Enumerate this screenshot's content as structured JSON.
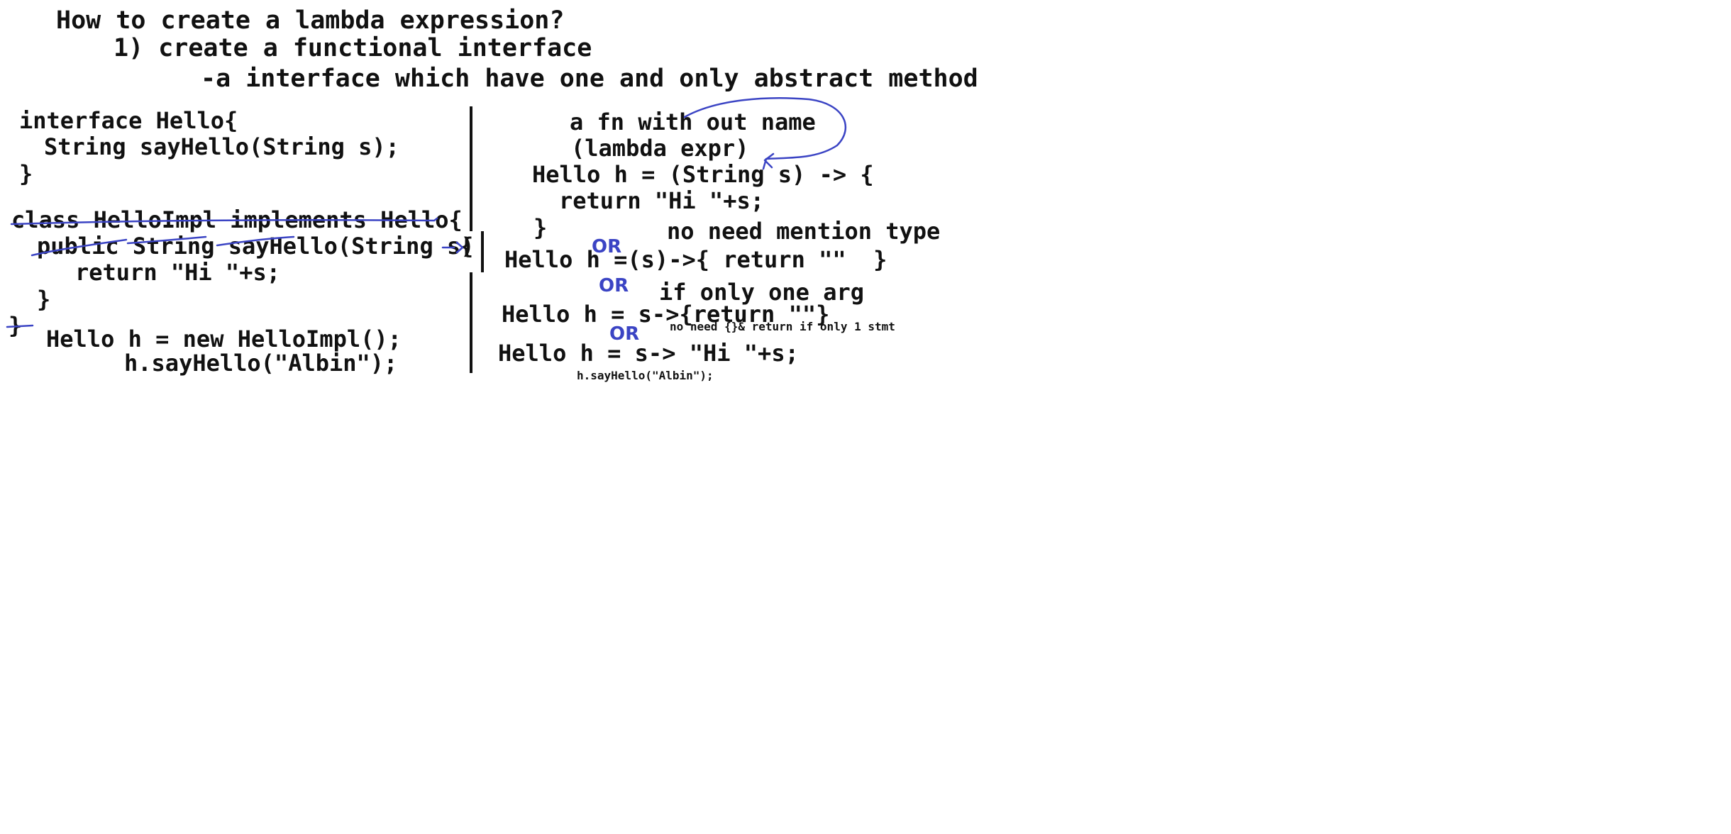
{
  "header": {
    "title": "How to create a lambda expression?",
    "step1": "1) create a functional interface",
    "definition": "-a interface which have one and only abstract method"
  },
  "left_panel": {
    "interface_decl": "interface Hello{",
    "interface_method": "String sayHello(String s);",
    "interface_close": "}",
    "class_decl": "class HelloImpl implements Hello{",
    "class_method": "public String sayHello(String s)",
    "class_method_brace": "{",
    "class_return": "return \"Hi \"+s;",
    "class_method_close": "}",
    "class_close": "}",
    "new_instance": "Hello h = new HelloImpl();",
    "call": "h.sayHello(\"Albin\");"
  },
  "right_panel": {
    "note_no_name": "a fn with out name",
    "note_lambda": "(lambda expr)",
    "lambda_full": "Hello h = (String s) -> {",
    "lambda_return": "return \"Hi \"+s;",
    "lambda_close": "}",
    "note_no_type": "no need mention type",
    "or_1": "OR",
    "lambda_no_type": "Hello h =(s)->{ return \"\"  }",
    "or_2": "OR",
    "note_one_arg": "if only one arg",
    "lambda_one_arg": "Hello h = s->{return \"\"}",
    "or_3": "OR",
    "note_one_stmt": "no need {}& return if only 1 stmt",
    "lambda_expr": "Hello h = s-> \"Hi \"+s;",
    "call": "h.sayHello(\"Albin\");"
  },
  "colors": {
    "ink": "#3b44c4",
    "text": "#111111",
    "background": "#ffffff"
  }
}
